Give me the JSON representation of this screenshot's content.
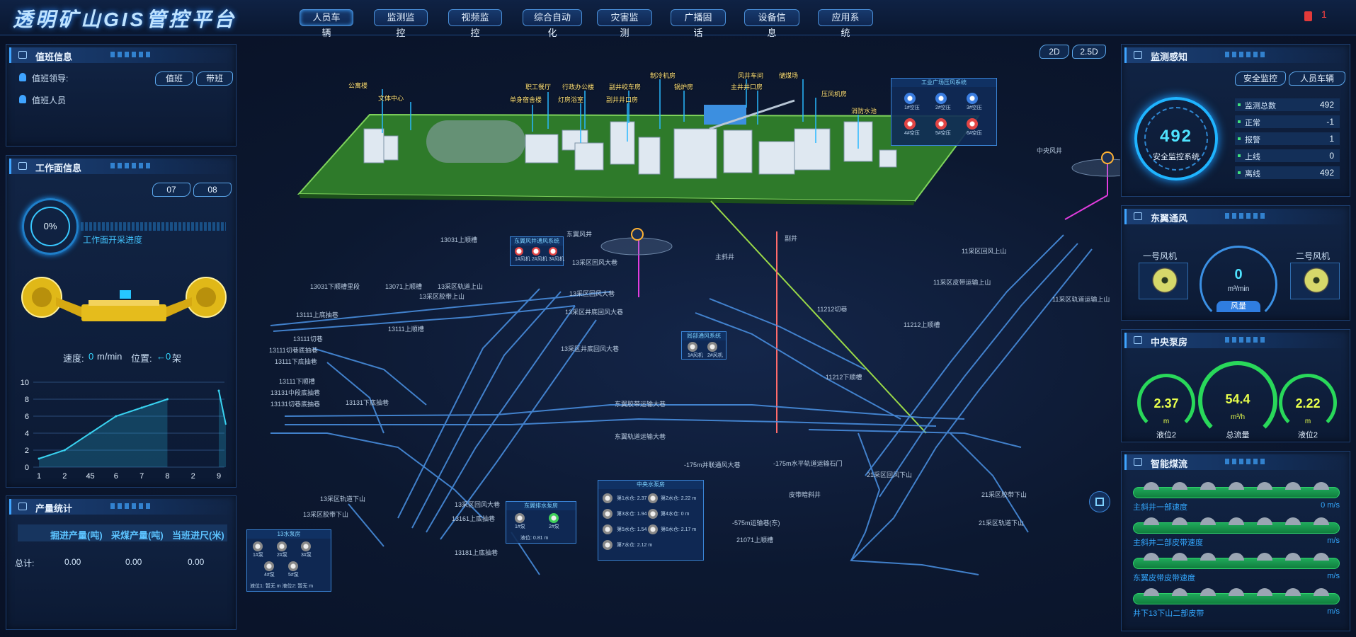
{
  "header": {
    "title": "透明矿山GIS管控平台",
    "nav": [
      "人员车辆",
      "监测监控",
      "视频监控",
      "综合自动化",
      "灾害监测",
      "广播固话",
      "设备信息",
      "应用系统"
    ],
    "alarm_count": "1"
  },
  "duty": {
    "title": "值班信息",
    "leader_label": "值班领导:",
    "staff_label": "值班人员",
    "btn_on_duty": "值班",
    "btn_lead_shift": "带班"
  },
  "workface": {
    "title": "工作面信息",
    "tab1": "07",
    "tab2": "08",
    "percent": "0%",
    "progress_label": "工作面开采进度",
    "speed_label": "速度:",
    "speed_value": "0",
    "speed_unit": "m/min",
    "position_label": "位置:",
    "position_value": "←0",
    "position_unit": "架"
  },
  "chart_data": {
    "type": "line",
    "categories": [
      "1",
      "2",
      "45",
      "6",
      "7",
      "8",
      "2",
      "9"
    ],
    "series": [
      {
        "values": [
          1,
          2,
          4,
          6,
          7,
          8,
          null,
          9
        ]
      }
    ],
    "ylim": [
      0,
      10
    ],
    "yticks": [
      "0",
      "2",
      "4",
      "6",
      "8",
      "10"
    ]
  },
  "production": {
    "title": "产量统计",
    "headers": [
      "掘进产量(吨)",
      "采煤产量(吨)",
      "当班进尺(米)"
    ],
    "total_label": "总计:",
    "values": [
      "0.00",
      "0.00",
      "0.00"
    ]
  },
  "map": {
    "btn_2d": "2D",
    "btn_25d": "2.5D",
    "surface_labels": [
      "公寓楼",
      "文体中心",
      "职工餐厅",
      "单身宿舍楼",
      "行政办公楼",
      "灯房浴室",
      "副井绞车房",
      "副井井口房",
      "制冷机房",
      "锅炉房",
      "风井车间",
      "主井井口房",
      "储煤场",
      "压风机房",
      "消防水池"
    ],
    "underground_labels": [
      "13031上顺槽",
      "13031下顺槽里段",
      "13071上顺槽",
      "13采区轨道上山",
      "13采区胶带上山",
      "13采区回风大巷",
      "13采区井底回风大巷",
      "13采区回风大巷",
      "13采区井底回风大巷",
      "13111上底抽巷",
      "13111上顺槽",
      "13111切巷",
      "13111切巷底抽巷",
      "13111下底抽巷",
      "13111下顺槽",
      "13131中段底抽巷",
      "13131切巷底抽巷",
      "13131下底抽巷",
      "13采区轨道下山",
      "13采区胶带下山",
      "13采区回风大巷",
      "13161上底抽巷",
      "13181上底抽巷",
      "东翼胶带运输大巷",
      "东翼轨道运输大巷",
      "-175m并联通风大巷",
      "-175m水平轨道运输石门",
      "21采区回风下山",
      "21采区胶带下山",
      "21采区轨道下山",
      "-575m运输巷(东)",
      "21071上顺槽",
      "皮带暗斜井",
      "11212切巷",
      "11212上顺槽",
      "11212下顺槽",
      "11采区回风上山",
      "11采区皮带运输上山",
      "11采区轨道运输上山",
      "主斜井",
      "副井",
      "东翼风井",
      "中央风井"
    ],
    "box_industrial": {
      "title": "工业广场压风系统",
      "items": [
        "1#空压",
        "2#空压",
        "3#空压",
        "4#空压",
        "5#空压",
        "6#空压"
      ]
    },
    "box_east_fan": {
      "title": "东翼风井通风系统",
      "items": [
        "1#风机",
        "2#风机",
        "3#风机"
      ]
    },
    "box_fan2": {
      "title": "局部通风系统",
      "items": [
        "1#风机",
        "2#风机"
      ]
    },
    "box_central_pump": {
      "title": "中央水泵房",
      "rows": [
        "第1水仓: 2.37 m",
        "第2水仓: 2.22 m",
        "第3水仓: 1.94 m",
        "第4水仓: 0 m",
        "第5水仓: 1.54 m",
        "第6水仓: 2.17 m",
        "第7水仓: 2.12 m"
      ]
    },
    "box_13pump": {
      "title": "13水泵房",
      "items": [
        "1#泵",
        "2#泵",
        "3#泵",
        "4#泵",
        "5#泵"
      ],
      "footer": "液位1: 暂无 m  液位2: 暂无 m"
    },
    "box_east_pump": {
      "title": "东翼排水泵房",
      "items": [
        "1#泵",
        "2#泵"
      ],
      "footer": "液位: 0.81 m"
    }
  },
  "monitor": {
    "title": "监测感知",
    "btn_safety": "安全监控",
    "btn_personnel": "人员车辆",
    "gauge_value": "492",
    "gauge_label": "安全监控系统",
    "stats": [
      {
        "label": "监测总数",
        "value": "492"
      },
      {
        "label": "正常",
        "value": "-1"
      },
      {
        "label": "报警",
        "value": "1"
      },
      {
        "label": "上线",
        "value": "0"
      },
      {
        "label": "离线",
        "value": "492"
      }
    ]
  },
  "ventilation": {
    "title": "东翼通风",
    "fan1": "一号风机",
    "fan2": "二号风机",
    "value": "0",
    "unit": "m³/min",
    "label": "风量"
  },
  "pump": {
    "title": "中央泵房",
    "gauges": [
      {
        "value": "2.37",
        "unit": "m",
        "label": "液位2"
      },
      {
        "value": "54.4",
        "unit": "m³/h",
        "label": "总流量"
      },
      {
        "value": "2.22",
        "unit": "m",
        "label": "液位2"
      }
    ]
  },
  "coalflow": {
    "title": "智能煤流",
    "belts": [
      {
        "label": "主斜井一部速度",
        "value": "0 m/s"
      },
      {
        "label": "主斜井二部皮带速度",
        "value": "m/s"
      },
      {
        "label": "东翼皮带皮带速度",
        "value": "m/s"
      },
      {
        "label": "井下13下山二部皮带",
        "value": "m/s"
      }
    ]
  }
}
